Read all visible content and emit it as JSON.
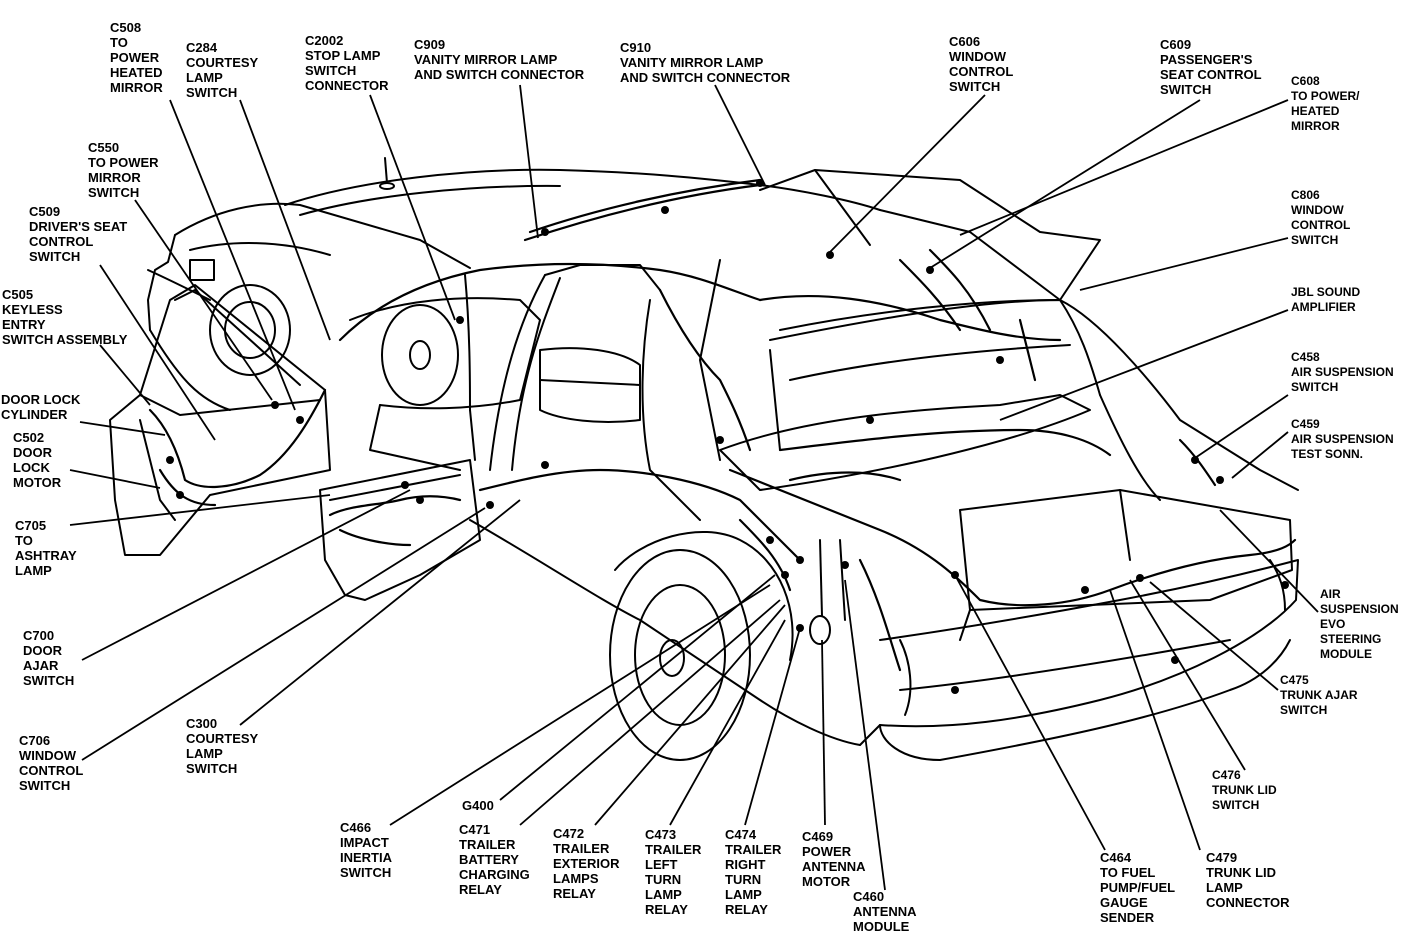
{
  "colors": {
    "ink": "#000000",
    "paper": "#ffffff"
  },
  "labels": {
    "c508": [
      "C508",
      "TO",
      "POWER",
      "HEATED",
      "MIRROR"
    ],
    "c284": [
      "C284",
      "COURTESY",
      "LAMP",
      "SWITCH"
    ],
    "c2002": [
      "C2002",
      "STOP LAMP",
      "SWITCH",
      "CONNECTOR"
    ],
    "c909": [
      "C909",
      "VANITY MIRROR LAMP",
      "AND SWITCH CONNECTOR"
    ],
    "c910": [
      "C910",
      "VANITY MIRROR LAMP",
      "AND SWITCH CONNECTOR"
    ],
    "c606": [
      "C606",
      "WINDOW",
      "CONTROL",
      "SWITCH"
    ],
    "c609": [
      "C609",
      "PASSENGER'S",
      "SEAT CONTROL",
      "SWITCH"
    ],
    "c608": [
      "C608",
      "TO POWER/",
      "HEATED",
      "MIRROR"
    ],
    "c550": [
      "C550",
      "TO POWER",
      "MIRROR",
      "SWITCH"
    ],
    "c509": [
      "C509",
      "DRIVER'S SEAT",
      "CONTROL",
      "SWITCH"
    ],
    "c806": [
      "C806",
      "WINDOW",
      "CONTROL",
      "SWITCH"
    ],
    "c505": [
      "C505",
      "KEYLESS",
      "ENTRY",
      "SWITCH ASSEMBLY"
    ],
    "jbl": [
      "JBL SOUND",
      "AMPLIFIER"
    ],
    "doorlock": [
      "DOOR LOCK",
      "CYLINDER"
    ],
    "c458": [
      "C458",
      "AIR SUSPENSION",
      "SWITCH"
    ],
    "c459": [
      "C459",
      "AIR SUSPENSION",
      "TEST SONN."
    ],
    "c502": [
      "C502",
      "DOOR",
      "LOCK",
      "MOTOR"
    ],
    "c705": [
      "C705",
      "TO",
      "ASHTRAY",
      "LAMP"
    ],
    "airevo": [
      "AIR",
      "SUSPENSION",
      "EVO",
      "STEERING",
      "MODULE"
    ],
    "c700": [
      "C700",
      "DOOR",
      "AJAR",
      "SWITCH"
    ],
    "c475": [
      "C475",
      "TRUNK AJAR",
      "SWITCH"
    ],
    "c706": [
      "C706",
      "WINDOW",
      "CONTROL",
      "SWITCH"
    ],
    "c300": [
      "C300",
      "COURTESY",
      "LAMP",
      "SWITCH"
    ],
    "c476": [
      "C476",
      "TRUNK LID",
      "SWITCH"
    ],
    "g400": [
      "G400"
    ],
    "c466": [
      "C466",
      "IMPACT",
      "INERTIA",
      "SWITCH"
    ],
    "c471": [
      "C471",
      "TRAILER",
      "BATTERY",
      "CHARGING",
      "RELAY"
    ],
    "c472": [
      "C472",
      "TRAILER",
      "EXTERIOR",
      "LAMPS",
      "RELAY"
    ],
    "c473": [
      "C473",
      "TRAILER",
      "LEFT",
      "TURN",
      "LAMP",
      "RELAY"
    ],
    "c474": [
      "C474",
      "TRAILER",
      "RIGHT",
      "TURN",
      "LAMP",
      "RELAY"
    ],
    "c469": [
      "C469",
      "POWER",
      "ANTENNA",
      "MOTOR"
    ],
    "c460": [
      "C460",
      "ANTENNA",
      "MODULE"
    ],
    "c464": [
      "C464",
      "TO FUEL",
      "PUMP/FUEL",
      "GAUGE",
      "SENDER"
    ],
    "c479": [
      "C479",
      "TRUNK LID",
      "LAMP",
      "CONNECTOR"
    ]
  }
}
